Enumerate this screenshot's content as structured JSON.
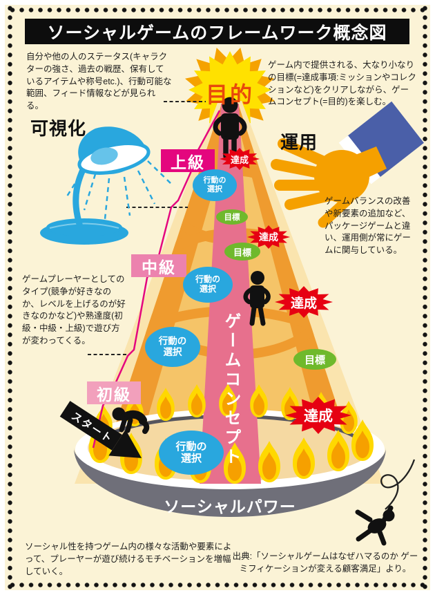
{
  "title": "ソーシャルゲームのフレームワーク概念図",
  "annotations": {
    "top_left": "自分や他の人のステータス(キャラクターの強さ、過去の戦歴、保有しているアイテムや称号etc.)、行動可能な範囲、フィード情報などが見られる。",
    "top_right": "ゲーム内で提供される、大なり小なりの目標(=達成事項:ミッションやコレクションなど)をクリアしながら、ゲームコンセプト(=目的)を楽しむ。",
    "mid_left": "ゲームプレーヤーとしてのタイプ(競争が好きなのか、レベルを上げるのが好きなのかなど)や熟達度(初級・中級・上級)で遊び方が変わってくる。",
    "mid_right": "ゲームバランスの改善や新要素の追加など、パッケージゲームと違い、運用側が常にゲームに関与している。",
    "bottom_left": "ソーシャル性を持つゲーム内の様々な活動や要素によって、プレーヤーが遊び続けるモチベーションを増幅していく。",
    "source": "出典:「ソーシャルゲームはなぜハマるのか ゲーミフィケーションが変える顧客満足」より。"
  },
  "labels": {
    "visualization": "可視化",
    "operation": "運用",
    "purpose": "目的",
    "start": "スタート",
    "game_concept": "ゲームコンセプト",
    "social_power": "ソーシャルパワー"
  },
  "levels": {
    "advanced": "上級",
    "intermediate": "中級",
    "beginner": "初級"
  },
  "badges": {
    "achievement": "達成",
    "goal": "目標",
    "action_choice": "行動の選択"
  },
  "colors": {
    "background": "#FBF3D6",
    "title_bar": "#0D0D0D",
    "level_advanced": "#E4067E",
    "level_intermediate": "#EC82AE",
    "level_beginner": "#F2A0BC",
    "achieve_red": "#E60012",
    "goal_green": "#6FB92C",
    "action_blue": "#29A7DE",
    "concept_band_pink": "#E7708D",
    "cone_orange": "#F5C468",
    "spiral_orange": "#EF9B2F",
    "flame_yellow": "#FFD800",
    "flame_orange": "#F6A000",
    "pot_gray": "#6F6F79",
    "lamp_blue": "#29A7DE",
    "hand_orange": "#F5A000",
    "sleeve_blue": "#4A5FA8",
    "star_yellow": "#FFE100",
    "purpose_text": "#E8490B"
  }
}
